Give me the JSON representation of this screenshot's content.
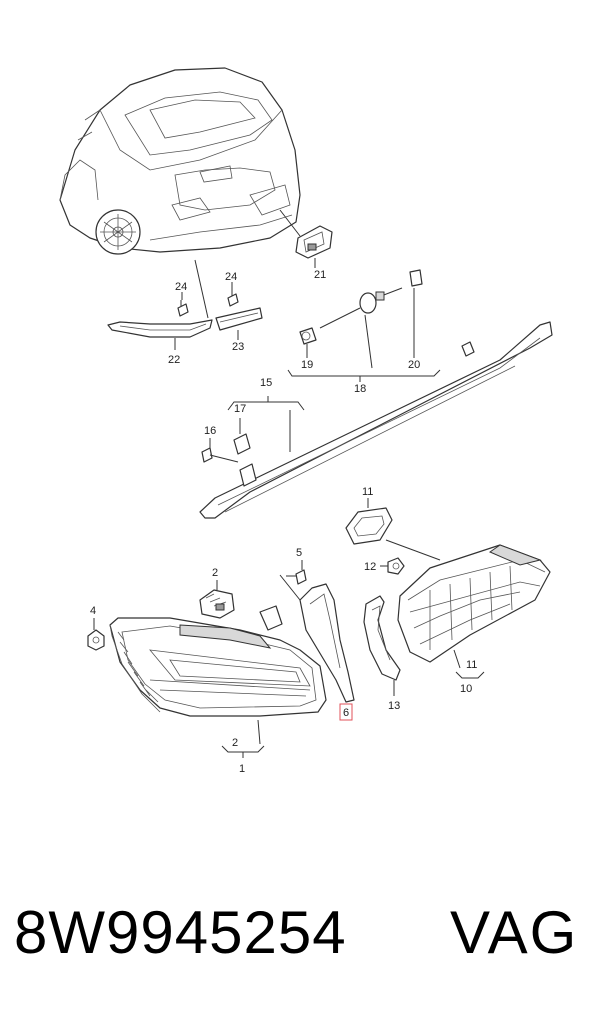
{
  "labels": {
    "l1": "1",
    "l2": "2",
    "l2b": "2",
    "l4": "4",
    "l5": "5",
    "l6": "6",
    "l10": "10",
    "l11": "11",
    "l11b": "11",
    "l12": "12",
    "l13": "13",
    "l15": "15",
    "l16": "16",
    "l17": "17",
    "l18": "18",
    "l19": "19",
    "l20": "20",
    "l21": "21",
    "l22": "22",
    "l23": "23",
    "l24a": "24",
    "l24b": "24"
  },
  "footer": {
    "part_number": "8W9945254",
    "brand": "VAG"
  },
  "colors": {
    "highlight": "#e0505a",
    "line": "#333333"
  }
}
